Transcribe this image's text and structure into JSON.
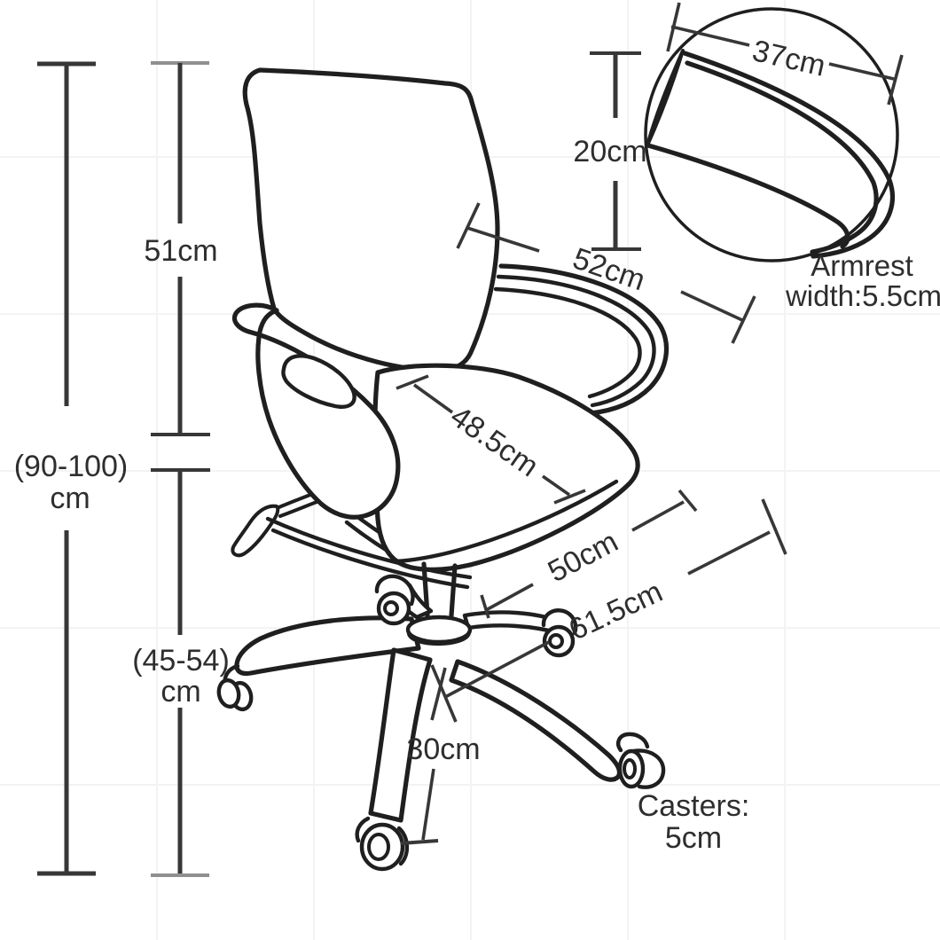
{
  "colors": {
    "chair_line": "#1f1f1f",
    "dim_line": "#373737",
    "dim_tick_gray": "#8f8f8f",
    "text": "#2e2e2e",
    "grid": "#f3f3f3",
    "bg": "#ffffff"
  },
  "labels": {
    "back_height": "51cm",
    "overall_height_1": "(90-100)",
    "overall_height_2": "cm",
    "seat_height_1": "(45-54)",
    "seat_height_2": "cm",
    "armrest_rise": "20cm",
    "armrest_length": "37cm",
    "back_width": "52cm",
    "seat_depth": "48.5cm",
    "seat_width": "50cm",
    "base_span": "61.5cm",
    "leg_length": "30cm",
    "casters_1": "Casters:",
    "casters_2": "5cm",
    "armrest_note_1": "Armrest",
    "armrest_note_2": "width:5.5cm"
  }
}
